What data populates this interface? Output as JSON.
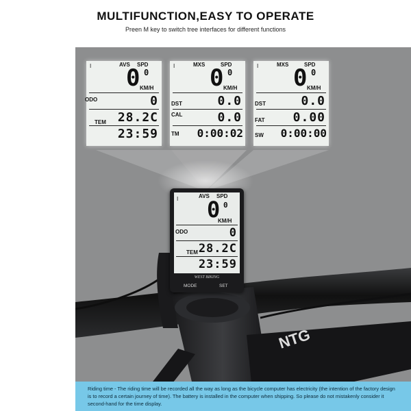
{
  "heading": {
    "title": "MULTIFUNCTION,EASY TO OPERATE",
    "subtitle": "Preen M key to switch tree interfaces for different functions"
  },
  "screens": [
    {
      "mode_mark": "I",
      "top_labels": [
        "AVS",
        "SPD"
      ],
      "speed_value": "0",
      "speed_decimal": "0",
      "speed_unit": "KM/H",
      "rows": [
        {
          "label": "ODO",
          "value": "0"
        },
        {
          "label": "TEM",
          "value": "28.2C"
        },
        {
          "label": "",
          "value": "23:59"
        }
      ]
    },
    {
      "mode_mark": "I",
      "top_labels": [
        "MXS",
        "SPD"
      ],
      "speed_value": "0",
      "speed_decimal": "0",
      "speed_unit": "KM/H",
      "rows": [
        {
          "label": "DST",
          "value": "0.0"
        },
        {
          "label": "CAL",
          "value": "0.0"
        },
        {
          "label": "TM",
          "value": "0:00:02"
        }
      ]
    },
    {
      "mode_mark": "I",
      "top_labels": [
        "MXS",
        "SPD"
      ],
      "speed_value": "0",
      "speed_decimal": "0",
      "speed_unit": "KM/H",
      "rows": [
        {
          "label": "DST",
          "value": "0.0"
        },
        {
          "label": "FAT",
          "value": "0.00"
        },
        {
          "label": "SW",
          "value": "0:00:00"
        }
      ]
    }
  ],
  "device": {
    "mode_mark": "I",
    "top_labels": [
      "AVS",
      "SPD"
    ],
    "speed_value": "0",
    "speed_decimal": "0",
    "speed_unit": "KM/H",
    "rows": [
      {
        "label": "ODO",
        "value": "0"
      },
      {
        "label": "TEM",
        "value": "28.2C"
      },
      {
        "label": "",
        "value": "23:59"
      }
    ],
    "brand": "WEST BIKING",
    "left_button": "MODE",
    "right_button": "SET"
  },
  "footer": {
    "text": "Riding time - The riding time will be recorded all the way as long as the bicycle computer has electricity (the intention of the factory design is to record a certain journey of time). The battery is installed in the computer when shipping. So please do not mistakenly consider it second-hand for the time display."
  },
  "colors": {
    "background": "#8d8e8f",
    "lcd": "#eef1ee",
    "footer": "#77c8e8",
    "device_body": "#1b1b1d"
  }
}
